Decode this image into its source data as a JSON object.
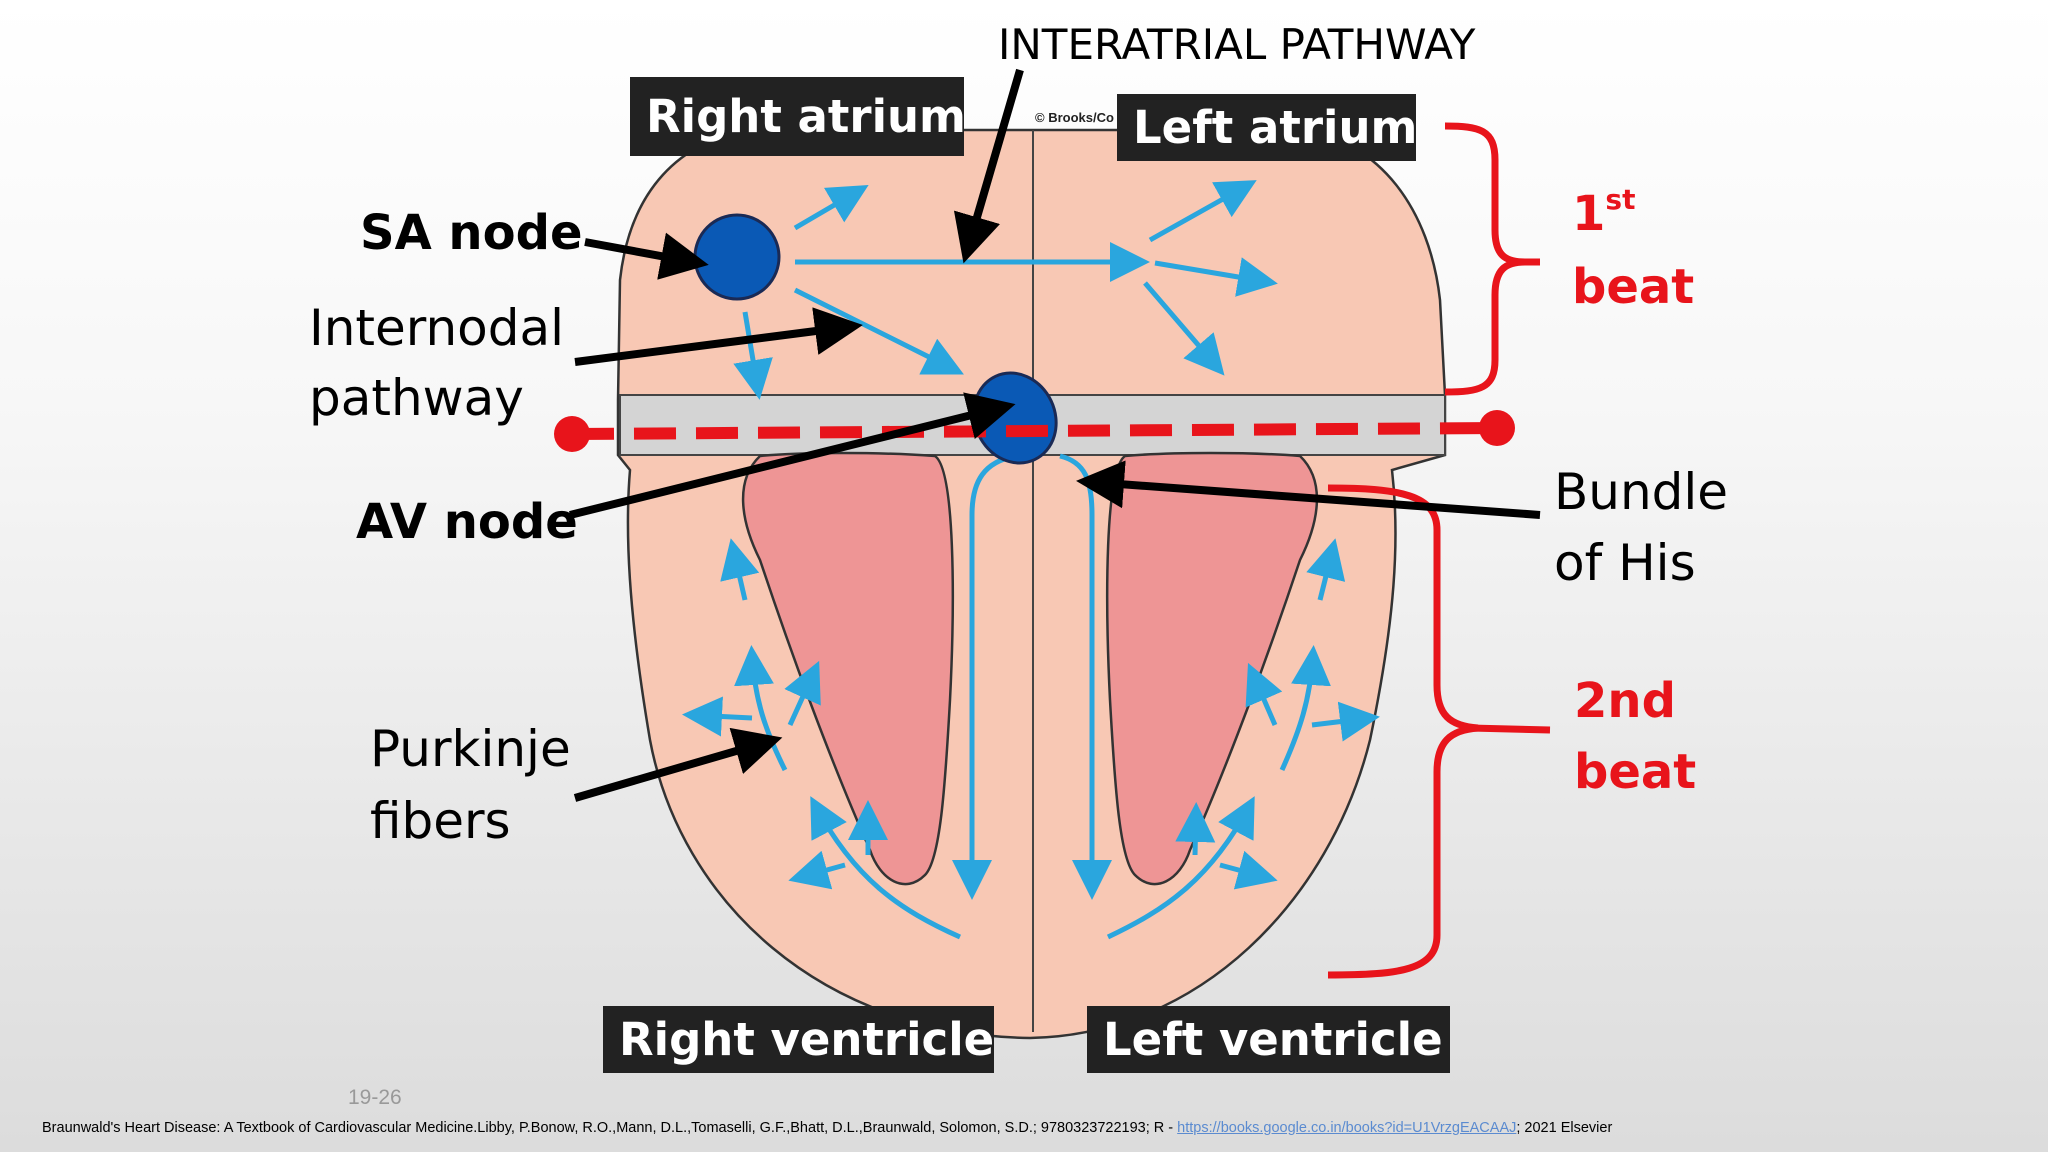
{
  "labels": {
    "interatrial": "INTERATRIAL PATHWAY",
    "sa_node": "SA node",
    "internodal_1": "Internodal",
    "internodal_2": "pathway",
    "av_node": "AV node",
    "bundle_1": "Bundle",
    "bundle_2": "of His",
    "purkinje_1": "Purkinje",
    "purkinje_2": "fibers"
  },
  "chambers": {
    "right_atrium": "Right atrium",
    "left_atrium": "Left atrium",
    "right_ventricle": "Right ventricle",
    "left_ventricle": "Left ventricle"
  },
  "beats": {
    "first_num": "1",
    "first_sup": "st",
    "first_word": "beat",
    "second_num": "2nd",
    "second_word": "beat"
  },
  "copyright": "© Brooks/Co",
  "slide_number": "19-26",
  "footer": {
    "text": "Braunwald's Heart Disease: A Textbook of Cardiovascular Medicine.Libby, P.Bonow, R.O.,Mann, D.L.,Tomaselli, G.F.,Bhatt, D.L.,Braunwald, Solomon, S.D.; 9780323722193; R  - ",
    "link": "https://books.google.co.in/books?id=U1VrzgEACAAJ",
    "suffix": "; 2021 Elsevier"
  },
  "colors": {
    "heart_skin": "#f8c8b4",
    "septum_band": "#d4d4d4",
    "ventricle_cavity": "#ee9595",
    "node_blue": "#0a59b5",
    "conduction_arrow": "#2aa6de",
    "beat_red": "#e8141b"
  }
}
